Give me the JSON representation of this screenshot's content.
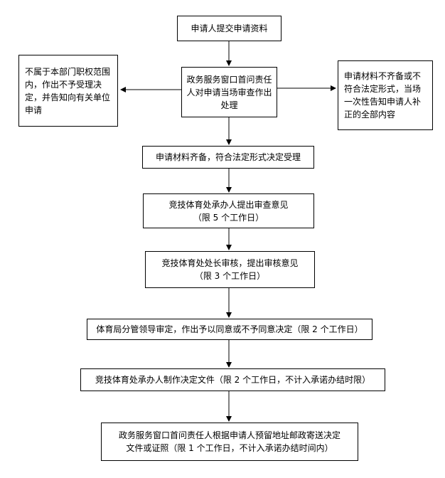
{
  "nodes": {
    "submit": "申请人提交申请资料",
    "window_review": "政务服务窗口首问责任人对申请当场审查作出处理",
    "not_in_scope": "不属于本部门职权范围内，作出不予受理决定，并告知向有关单位申请",
    "incomplete": "申请材料不齐备或不符合法定形式，当场一次性告知申请人补正的全部内容",
    "accept": "申请材料齐备，符合法定形式决定受理",
    "handler_opinion_line1": "竞技体育处承办人提出审查意见",
    "handler_opinion_line2": "（限 5 个工作日）",
    "chief_review_line1": "竞技体育处处长审核，提出审核意见",
    "chief_review_line2": "（限 3 个工作日）",
    "leader_decision": "体育局分管领导审定，作出予以同意或不予同意决定（限 2 个工作日）",
    "make_document": "竞技体育处承办人制作决定文件（限 2 个工作日，不计入承诺办结时限）",
    "deliver_line1": "政务服务窗口首问责任人根据申请人预留地址邮政寄送决定",
    "deliver_line2": "文件或证照（限 1 个工作日，不计入承诺办结时间内）"
  }
}
